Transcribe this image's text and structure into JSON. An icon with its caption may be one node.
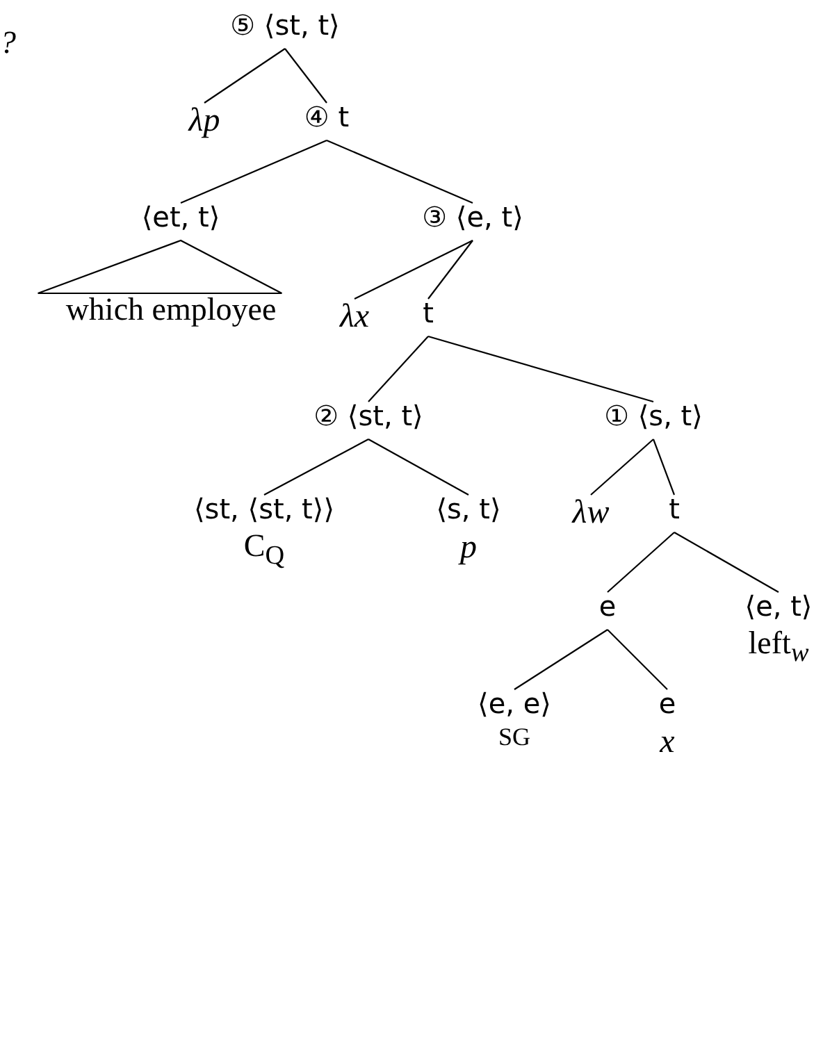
{
  "diagram": {
    "nodes": [
      {
        "text": [
          "⑤ ⟨st, t⟩"
        ]
      },
      {
        "text": [
          "λp"
        ]
      },
      {
        "text": [
          "④ t"
        ]
      },
      {
        "text": [
          "⟨et, t⟩"
        ]
      },
      {
        "text": [
          "which employee"
        ]
      },
      {
        "text": [
          "③ ⟨e, t⟩"
        ]
      },
      {
        "text": [
          "λx"
        ]
      },
      {
        "text": [
          "t"
        ]
      },
      {
        "text": [
          "② ⟨st, t⟩"
        ]
      },
      {
        "text": [
          "① ⟨s, t⟩"
        ]
      },
      {
        "text": [
          "⟨st, ⟨st, t⟩⟩",
          "C$_{Q}$"
        ]
      },
      {
        "text": [
          "⟨s, t⟩",
          "p"
        ]
      },
      {
        "text": [
          "λw"
        ]
      },
      {
        "text": [
          "t"
        ]
      },
      {
        "text": [
          "e"
        ]
      },
      {
        "text": [
          "⟨e, t⟩",
          "left$_{w}$"
        ]
      },
      {
        "text": [
          "⟨e, e⟩",
          "SG"
        ]
      },
      {
        "text": [
          "e",
          "x"
        ]
      }
    ],
    "edges": [
      {
        "from": 0,
        "to": 1,
        "arrow": "none"
      },
      {
        "from": 0,
        "to": 2,
        "arrow": "none"
      },
      {
        "from": 2,
        "to": 3,
        "arrow": "none"
      },
      {
        "from": 2,
        "to": 5,
        "arrow": "none"
      },
      {
        "from": 3,
        "to": 4,
        "arrow": "none"
      },
      {
        "from": 5,
        "to": 6,
        "arrow": "none"
      },
      {
        "from": 5,
        "to": 7,
        "arrow": "none"
      },
      {
        "from": 7,
        "to": 8,
        "arrow": "none"
      },
      {
        "from": 7,
        "to": 9,
        "arrow": "none"
      },
      {
        "from": 8,
        "to": 10,
        "arrow": "none"
      },
      {
        "from": 8,
        "to": 11,
        "arrow": "none"
      },
      {
        "from": 9,
        "to": 12,
        "arrow": "none"
      },
      {
        "from": 9,
        "to": 13,
        "arrow": "none"
      },
      {
        "from": 13,
        "to": 14,
        "arrow": "none"
      },
      {
        "from": 13,
        "to": 15,
        "arrow": "none"
      },
      {
        "from": 14,
        "to": 16,
        "arrow": "none"
      },
      {
        "from": 14,
        "to": 17,
        "arrow": "none"
      }
    ],
    "labels": [
      "?"
    ]
  }
}
